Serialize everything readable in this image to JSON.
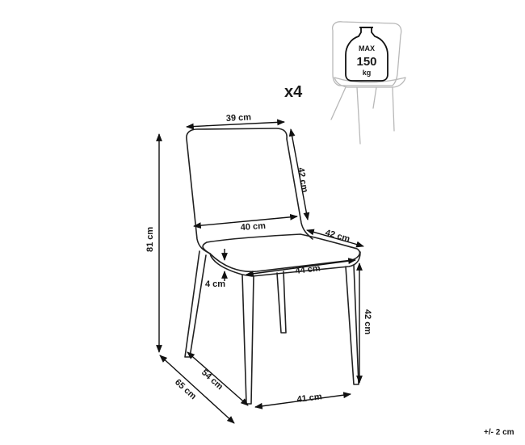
{
  "quantity": "x4",
  "max_load": {
    "label": "MAX",
    "value": "150",
    "unit": "kg"
  },
  "tolerance": "+/- 2 cm",
  "dimensions": {
    "backrest_width": "39 cm",
    "backrest_height": "42 cm",
    "backrest_lower_width": "40 cm",
    "seat_depth": "42 cm",
    "seat_width": "44 cm",
    "seat_thickness": "4 cm",
    "total_height": "81 cm",
    "seat_height": "42 cm",
    "leg_span_depth": "54 cm",
    "total_depth": "65 cm",
    "leg_span_width": "41 cm"
  },
  "colors": {
    "line": "#222222",
    "thumbnail_line": "#b8b8b8"
  }
}
